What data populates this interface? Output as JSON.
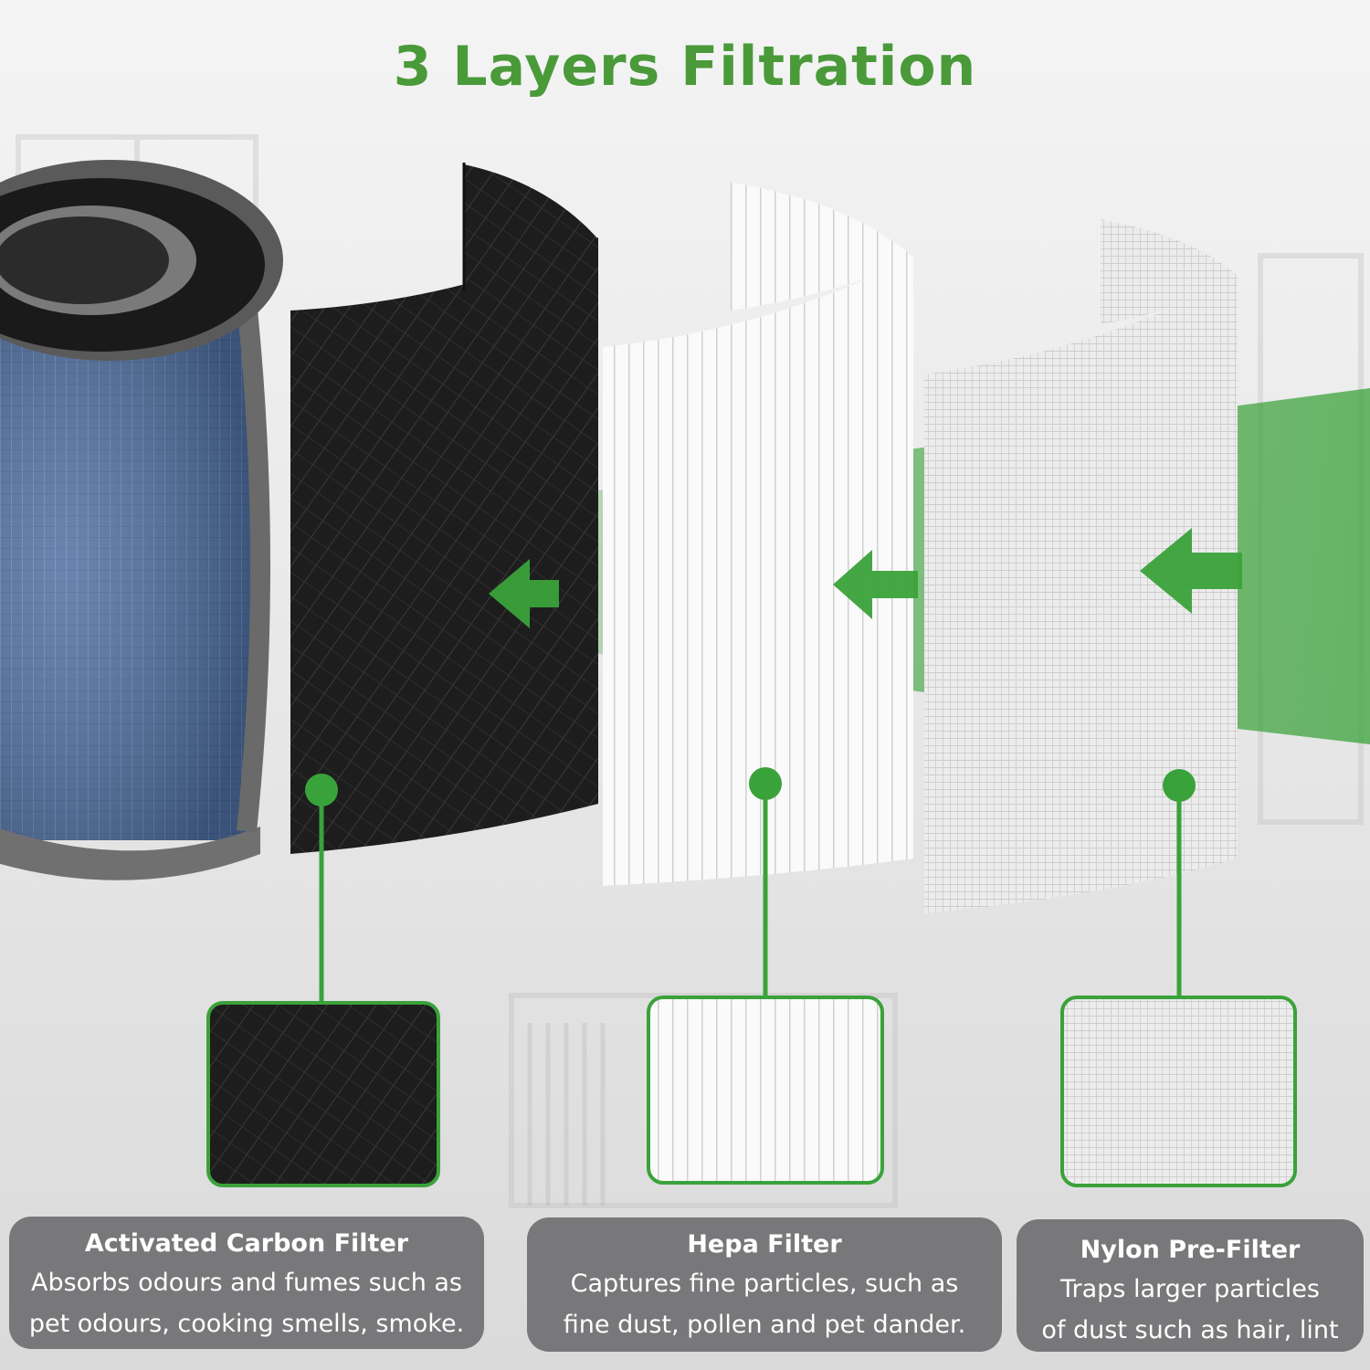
{
  "title": "3 Layers Filtration",
  "colors": {
    "accent": "#4a9a3a",
    "card_bg": "#707072",
    "carbon": "#1f1f1f",
    "blue_mesh": "#4f6fa0"
  },
  "layers": [
    {
      "name": "Activated Carbon Filter",
      "description": "Absorbs odours and fumes such as\npet odours, cooking smells, smoke."
    },
    {
      "name": "Hepa Filter",
      "description": "Captures fine particles, such as\nfine dust, pollen and pet dander."
    },
    {
      "name": "Nylon Pre-Filter",
      "description": "Traps larger particles\nof dust such as hair, lint"
    }
  ]
}
